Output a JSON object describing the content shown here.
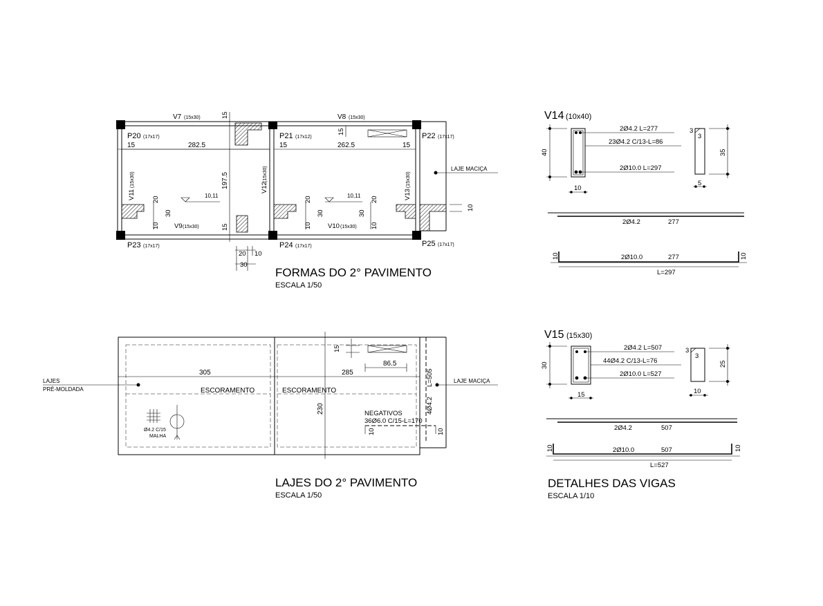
{
  "formas": {
    "title": "FORMAS DO 2° PAVIMENTO",
    "scale": "ESCALA 1/50",
    "beams": {
      "v7": "V7",
      "v7_dim": "(15x30)",
      "v8": "V8",
      "v8_dim": "(15x30)",
      "v9": "V9",
      "v9_dim": "(15x30)",
      "v10": "V10",
      "v10_dim": "(15x30)",
      "v11": "V11",
      "v11_dim": "(15x30)",
      "v12": "V12",
      "v12_dim": "(15x30)",
      "v13": "V13",
      "v13_dim": "(15x30)"
    },
    "pillars": {
      "p20": "P20",
      "p20_dim": "(17x17)",
      "p21": "P21",
      "p21_dim": "(17x12)",
      "p22": "P22",
      "p22_dim": "(17x17)",
      "p23": "P23",
      "p23_dim": "(17x17)",
      "p24": "P24",
      "p24_dim": "(17x17)",
      "p25": "P25",
      "p25_dim": "(17x17)"
    },
    "dims": {
      "d15a": "15",
      "d282": "282.5",
      "d15b": "15",
      "d262": "262.5",
      "d15c": "15",
      "d15d": "15",
      "d197": "197.5",
      "d15e": "15",
      "d15f": "15",
      "d20a": "20",
      "d30a": "30",
      "d10a": "10",
      "d20b": "20",
      "d30b": "30",
      "d10b": "10",
      "d30c": "30",
      "d20c": "20",
      "d10c": "10",
      "lvl1": "10,11",
      "lvl2": "10,11",
      "d10r": "10",
      "d20bot": "20",
      "d10bot": "10",
      "d30bot": "30"
    },
    "laje_macica": "LAJE MACIÇA"
  },
  "lajes": {
    "title": "LAJES DO 2° PAVIMENTO",
    "scale": "ESCALA 1/50",
    "lajes_pre_1": "LAJES",
    "lajes_pre_2": "PRÉ-MOLDADA",
    "laje_macica": "LAJE MACIÇA",
    "d305": "305",
    "d285": "285",
    "d86": "86.5",
    "d15": "15",
    "d230": "230",
    "d505": "L=505",
    "d442": "4Ø4.2",
    "escoramento1": "ESCORAMENTO",
    "escoramento2": "ESCORAMENTO",
    "negativos": "NEGATIVOS",
    "negativos_spec": "36Ø6.0  C/15-L=170",
    "d10a": "10",
    "d10b": "10",
    "malha_spec": "Ø4.2 C/15",
    "malha": "MALHA"
  },
  "v14": {
    "name": "V14",
    "dim": "(10x40)",
    "bar_top": "2Ø4.2  L=277",
    "stirrups": "23Ø4.2  C/13-L=86",
    "bar_bot": "2Ø10.0  L=297",
    "h40": "40",
    "w10": "10",
    "s3a": "3",
    "s3b": "3",
    "s35": "35",
    "s5": "5",
    "long_top": "2Ø4.2",
    "long_top_len": "277",
    "long_bot": "2Ø10.0",
    "long_bot_len": "277",
    "hook_l": "10",
    "hook_r": "10",
    "total": "L=297"
  },
  "v15": {
    "name": "V15",
    "dim": "(15x30)",
    "bar_top": "2Ø4.2  L=507",
    "stirrups": "44Ø4.2  C/13-L=76",
    "bar_bot": "2Ø10.0  L=527",
    "h30": "30",
    "w15": "15",
    "s3a": "3",
    "s3b": "3",
    "s25": "25",
    "s10": "10",
    "long_top": "2Ø4.2",
    "long_top_len": "507",
    "long_bot": "2Ø10.0",
    "long_bot_len": "507",
    "hook_l": "10",
    "hook_r": "10",
    "total": "L=527"
  },
  "detalhes": {
    "title": "DETALHES DAS VIGAS",
    "scale": "ESCALA 1/10"
  }
}
